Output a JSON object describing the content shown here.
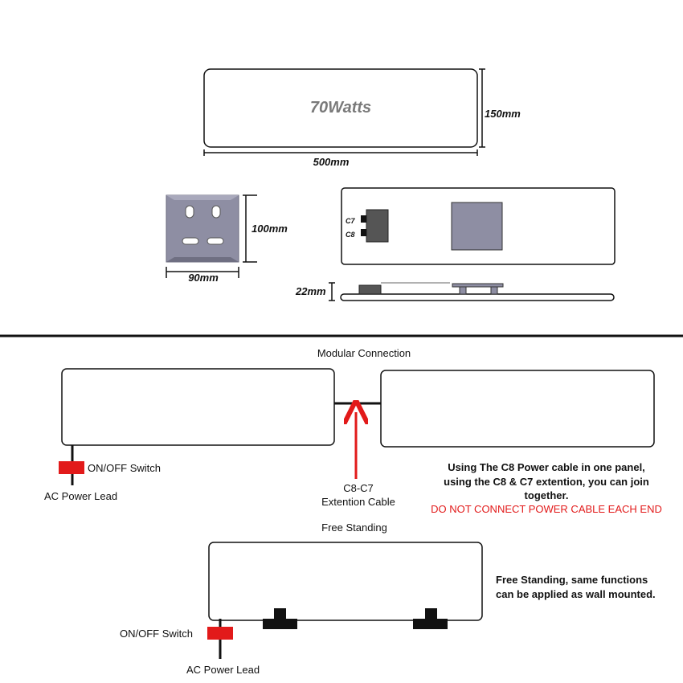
{
  "spec": {
    "panel_label": "70Watts",
    "height_label": "150mm",
    "width_label": "500mm",
    "bracket_height_label": "100mm",
    "bracket_width_label": "90mm",
    "c7_label": "C7",
    "c8_label": "C8",
    "depth_label": "22mm"
  },
  "modular": {
    "title": "Modular Connection",
    "switch_label": "ON/OFF Switch",
    "lead_label": "AC Power Lead",
    "cable_label_1": "C8-C7",
    "cable_label_2": "Extention Cable",
    "note_1": "Using The C8 Power cable in one panel,",
    "note_2": "using the C8 & C7 extention, you can join",
    "note_3": "together.",
    "warning": "DO NOT CONNECT POWER CABLE EACH END"
  },
  "free_standing": {
    "title": "Free Standing",
    "switch_label": "ON/OFF Switch",
    "lead_label": "AC Power Lead",
    "note_1": "Free Standing, same functions",
    "note_2": "can be applied as wall mounted."
  },
  "colors": {
    "switch_red": "#e21a1a",
    "bracket_grey": "#8e8ea3",
    "connector_grey": "#555555"
  }
}
